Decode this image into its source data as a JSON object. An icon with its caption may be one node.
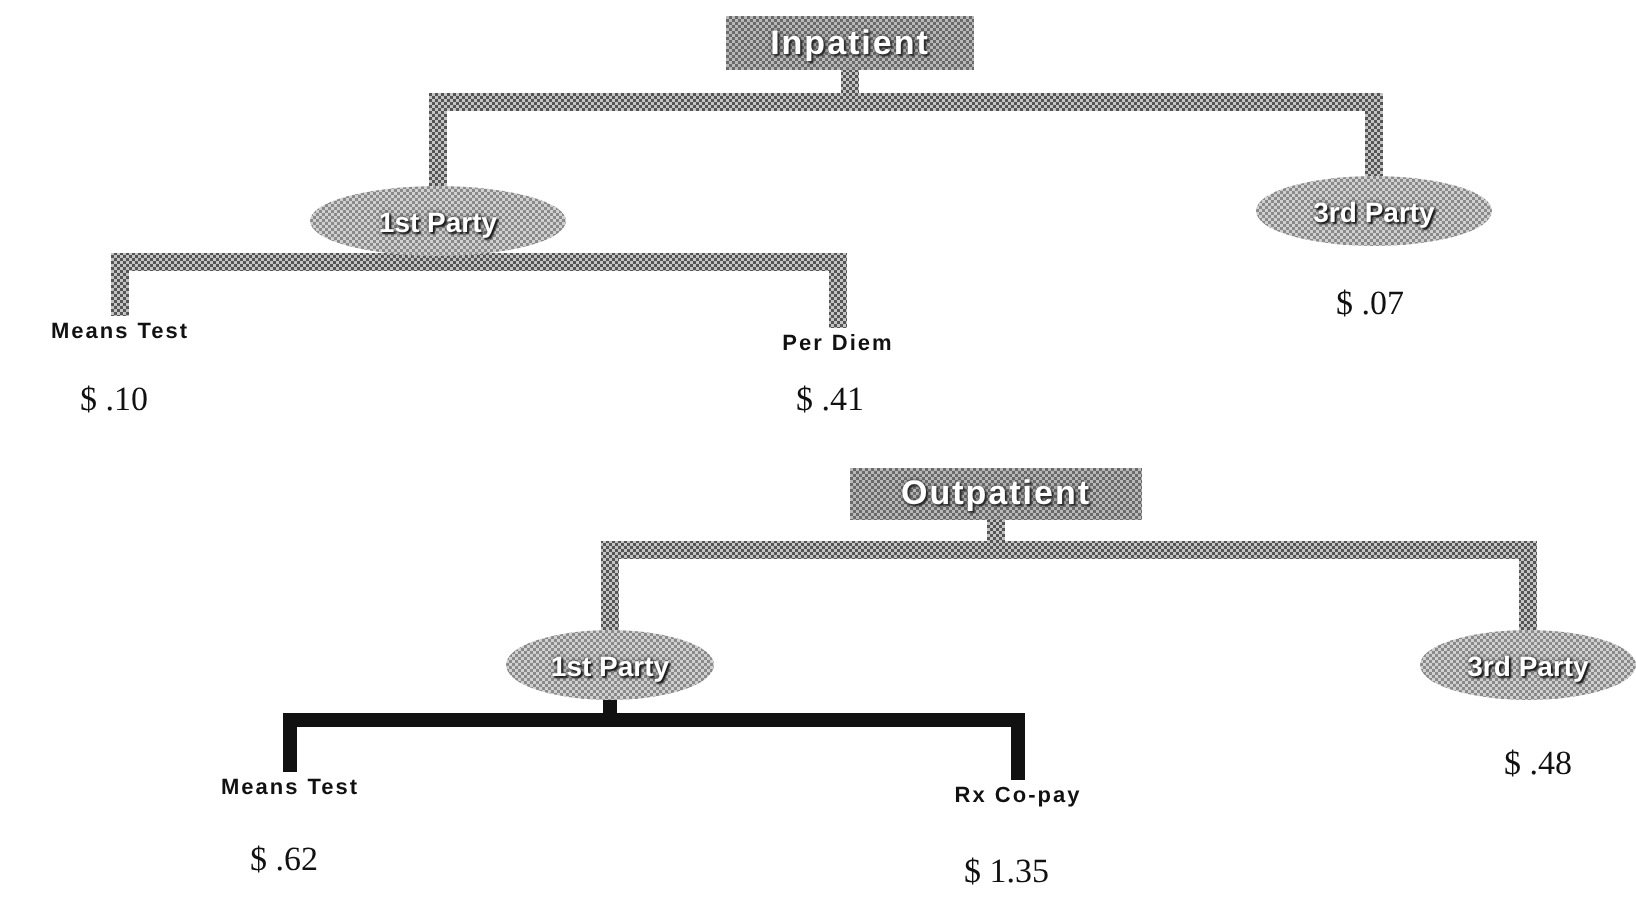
{
  "diagram": {
    "nodes": [
      {
        "text": [
          "Inpatient"
        ]
      },
      {
        "text": [
          "1st Party"
        ]
      },
      {
        "text": [
          "3rd Party"
        ],
        "beside": [
          "$ .07"
        ]
      },
      {
        "text": [
          "Means Test"
        ],
        "beside": [
          "$ .10"
        ]
      },
      {
        "text": [
          "Per Diem"
        ],
        "beside": [
          "$ .41"
        ]
      },
      {
        "text": [
          "Outpatient"
        ]
      },
      {
        "text": [
          "1st Party"
        ]
      },
      {
        "text": [
          "3rd Party"
        ],
        "beside": [
          "$ .48"
        ]
      },
      {
        "text": [
          "Means Test"
        ],
        "beside": [
          "$ .62"
        ]
      },
      {
        "text": [
          "Rx Co-pay"
        ],
        "beside": [
          "$ 1.35"
        ]
      }
    ],
    "edges": [
      {
        "from": 0,
        "to": 1,
        "arrow": "none"
      },
      {
        "from": 0,
        "to": 2,
        "arrow": "none"
      },
      {
        "from": 1,
        "to": 3,
        "arrow": "none"
      },
      {
        "from": 1,
        "to": 4,
        "arrow": "none"
      },
      {
        "from": 5,
        "to": 6,
        "arrow": "none"
      },
      {
        "from": 5,
        "to": 7,
        "arrow": "none"
      },
      {
        "from": 6,
        "to": 8,
        "arrow": "none",
        "color": "#111111"
      },
      {
        "from": 6,
        "to": 9,
        "arrow": "none",
        "color": "#111111"
      }
    ]
  }
}
